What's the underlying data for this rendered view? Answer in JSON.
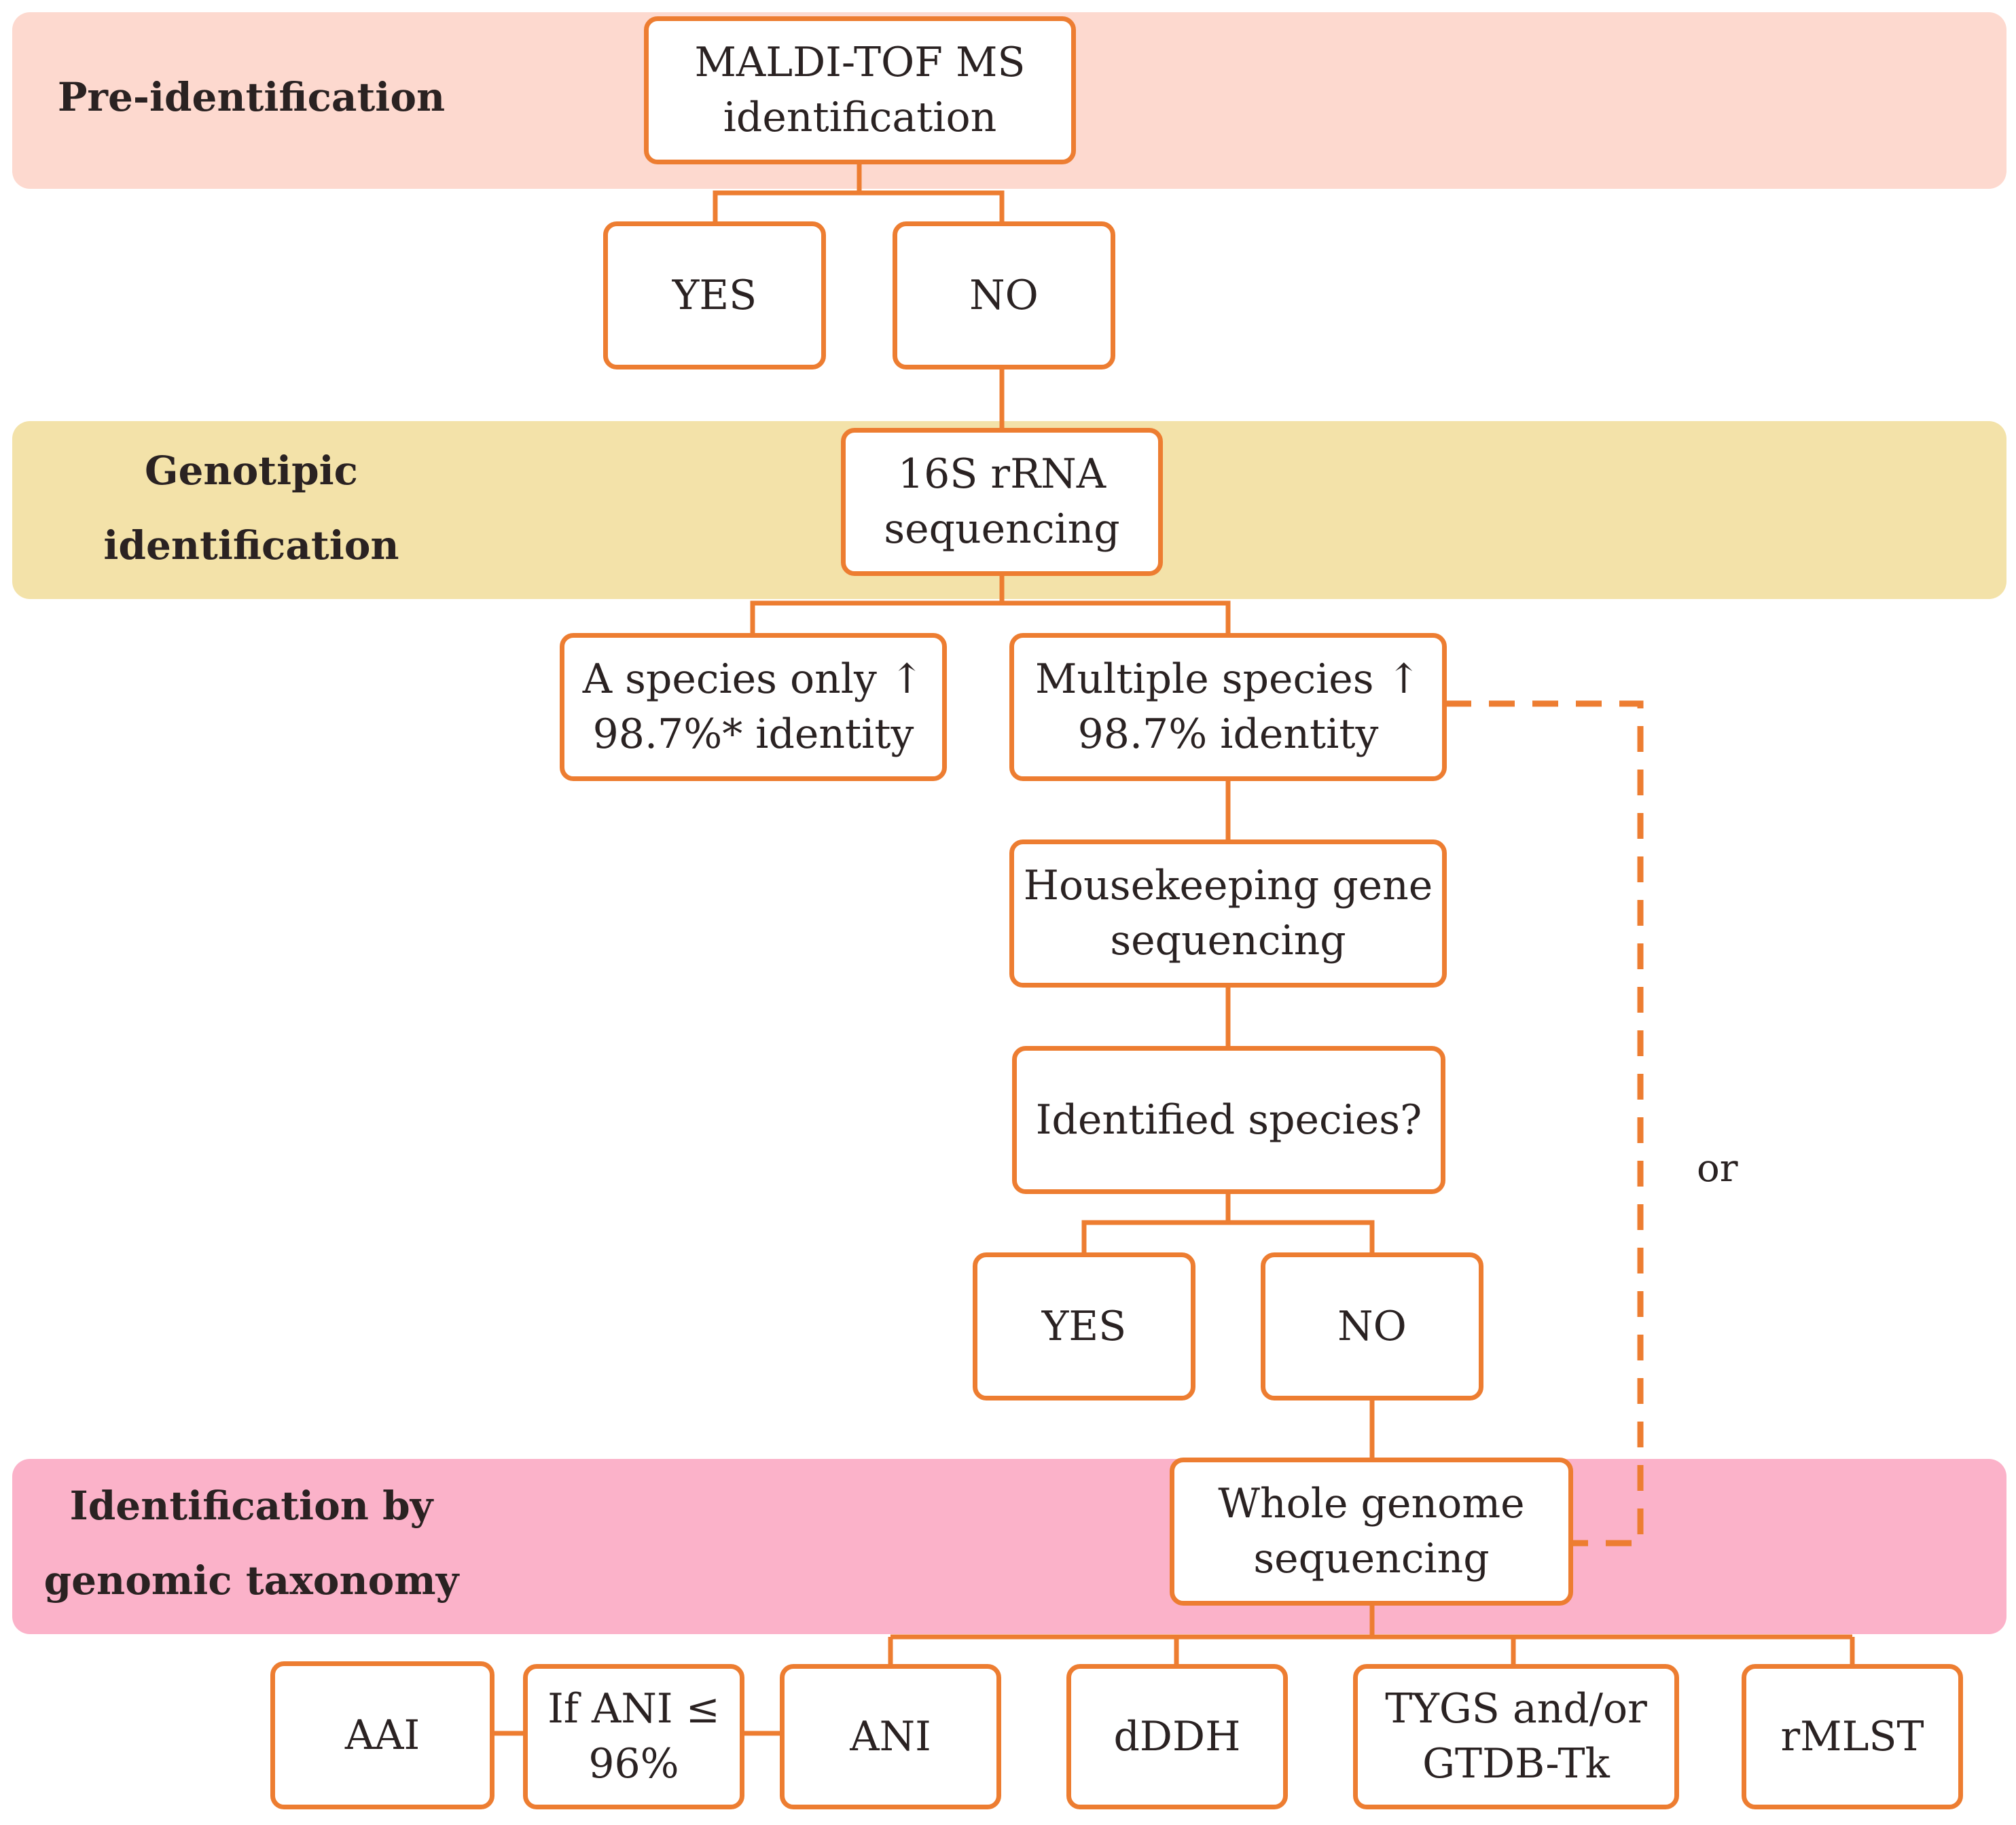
{
  "colors": {
    "stroke": "#ed7d31",
    "pre_band": "#fdd9cf",
    "geno_band": "#f3e2a9",
    "genomic_band": "#fbb2c9"
  },
  "bands": {
    "pre": "Pre-identification",
    "geno": "Genotipic\nidentification",
    "genomic": "Identification by\ngenomic taxonomy"
  },
  "nodes": {
    "maldi": "MALDI-TOF MS\nidentification",
    "yes1": "YES",
    "no1": "NO",
    "rrna": "16S rRNA\nsequencing",
    "species_only": "A species only ↑\n98.7%* identity",
    "multiple": "Multiple species  ↑\n98.7% identity",
    "housekeeping": "Housekeeping gene\nsequencing",
    "identified": "Identified species?",
    "yes2": "YES",
    "no2": "NO",
    "wgs": "Whole genome\nsequencing",
    "aai": "AAI",
    "if_ani": "If ANI ≤\n96%",
    "ani": "ANI",
    "dddh": "dDDH",
    "tygs": "TYGS and/or\nGTDB-Tk",
    "rmlst": "rMLST"
  },
  "or_label": "or"
}
